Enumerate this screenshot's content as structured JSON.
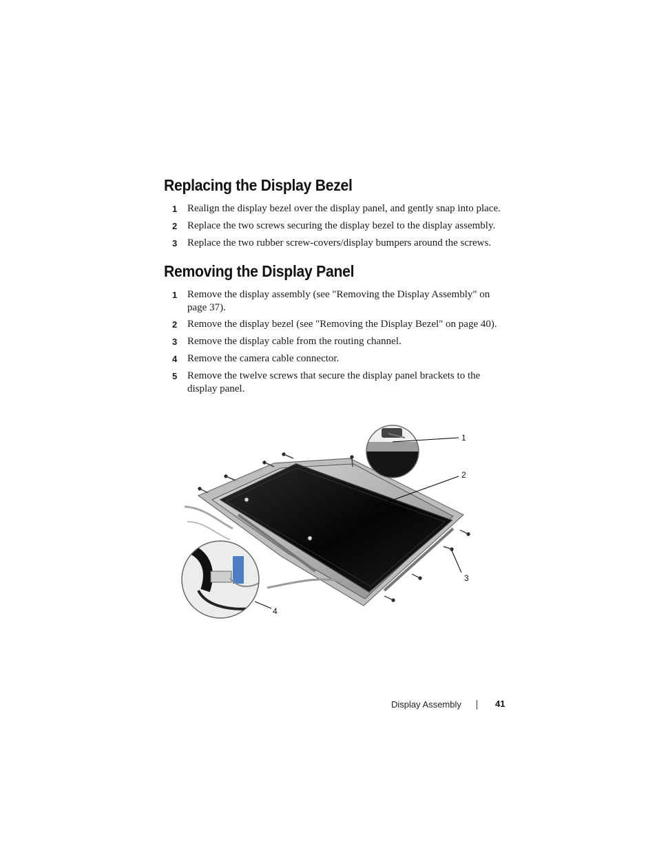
{
  "sections": [
    {
      "title": "Replacing the Display Bezel",
      "steps": [
        {
          "num": "1",
          "text": "Realign the display bezel over the display panel, and gently snap into place."
        },
        {
          "num": "2",
          "text": "Replace the two screws securing the display bezel to the display assembly."
        },
        {
          "num": "3",
          "text": "Replace the two rubber screw-covers/display bumpers around the screws."
        }
      ]
    },
    {
      "title": "Removing the Display Panel",
      "steps": [
        {
          "num": "1",
          "text": "Remove the display assembly (see \"Removing the Display Assembly\" on page 37)."
        },
        {
          "num": "2",
          "text": "Remove the display bezel (see \"Removing the Display Bezel\" on page 40)."
        },
        {
          "num": "3",
          "text": "Remove the display cable from the routing channel."
        },
        {
          "num": "4",
          "text": "Remove the camera cable connector."
        },
        {
          "num": "5",
          "text": "Remove the twelve screws that secure the display panel brackets to the display panel."
        }
      ]
    }
  ],
  "figure": {
    "callouts": [
      "1",
      "2",
      "3",
      "4"
    ]
  },
  "footer": {
    "section": "Display Assembly",
    "page": "41"
  }
}
